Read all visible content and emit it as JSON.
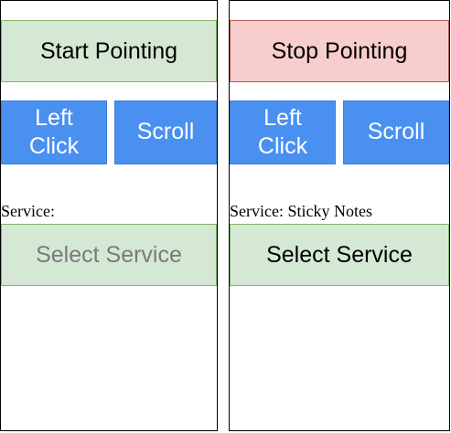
{
  "left_panel": {
    "pointing_button": "Start Pointing",
    "left_click_button": "Left\nClick",
    "scroll_button": "Scroll",
    "service_label": "Service:",
    "select_service_button": "Select Service"
  },
  "right_panel": {
    "pointing_button": "Stop Pointing",
    "left_click_button": "Left\nClick",
    "scroll_button": "Scroll",
    "service_label": "Service: Sticky Notes",
    "select_service_button": "Select Service"
  },
  "colors": {
    "green_fill": "#d5e8d4",
    "green_border": "#82b366",
    "red_fill": "#f8cecc",
    "red_border": "#b85450",
    "blue_fill": "#4a90f0",
    "disabled_text": "#7a7a7a"
  }
}
